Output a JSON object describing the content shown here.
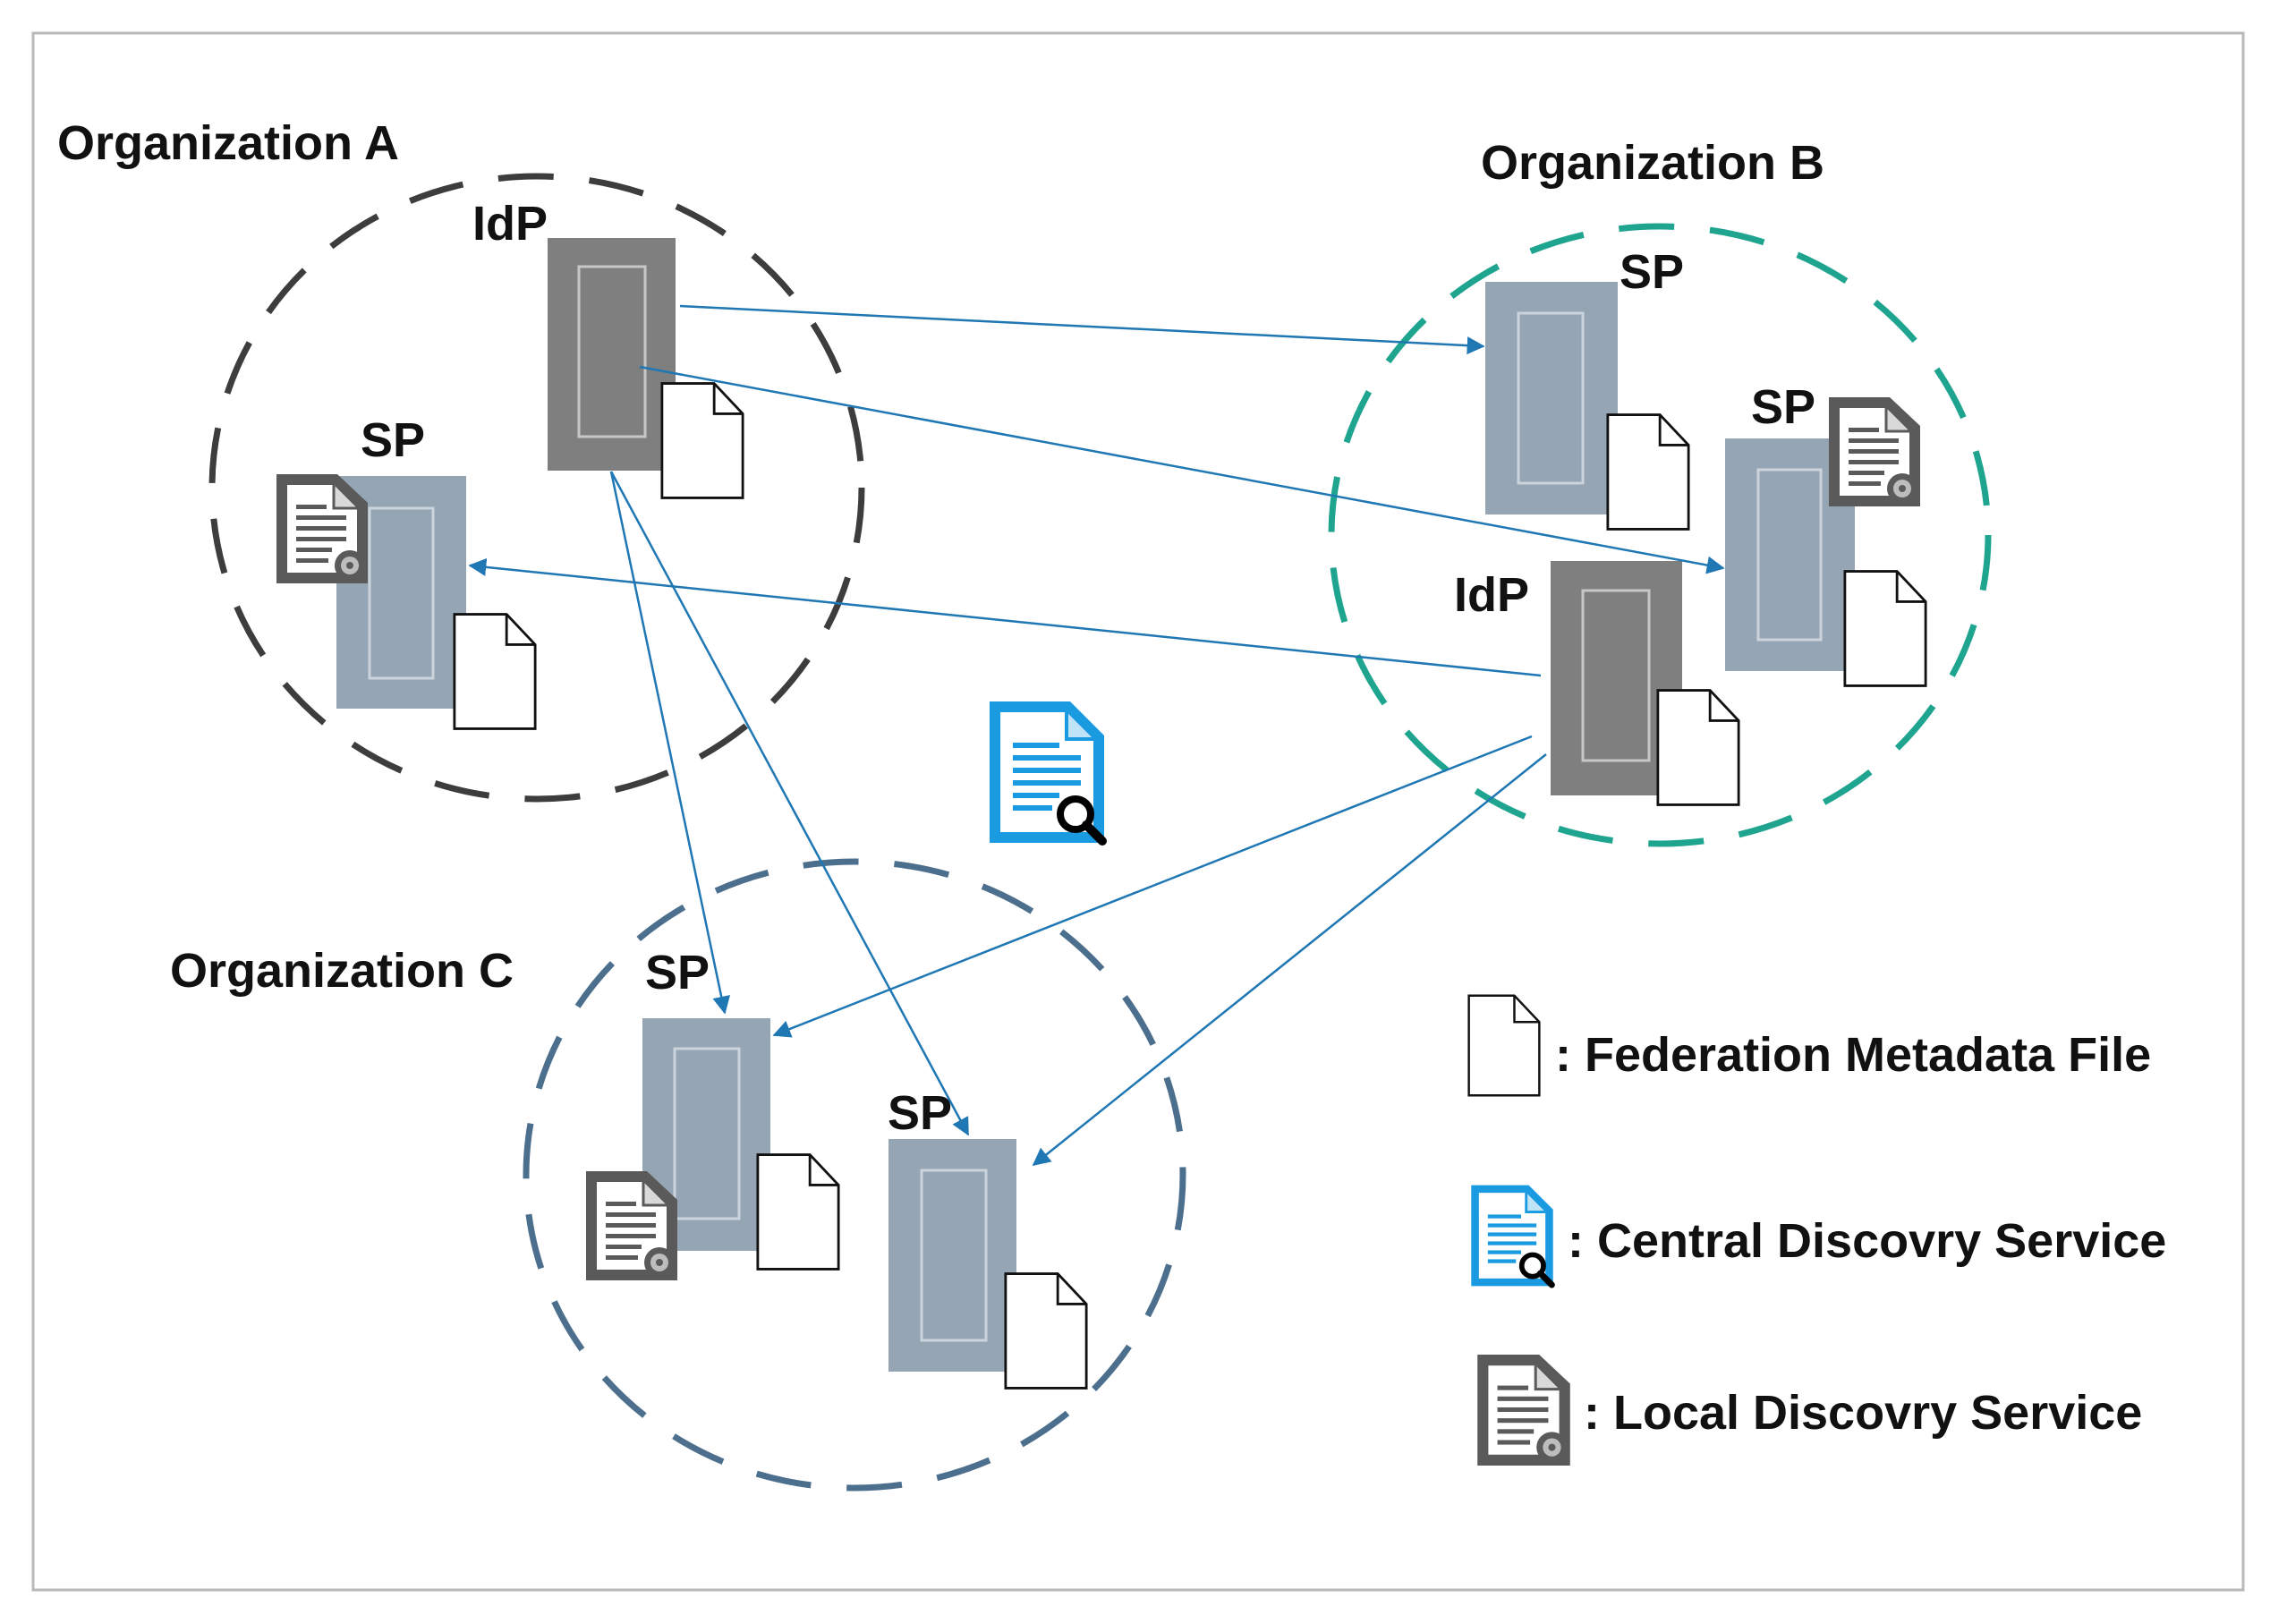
{
  "colors": {
    "frame": "#b9b9b9",
    "org_a_circle": "#3d3d3d",
    "org_b_circle": "#1fa58f",
    "org_c_circle": "#4d6f8e",
    "idp_server": "#7f7f7f",
    "sp_server": "#95a5b3",
    "arrow": "#1f77b4",
    "central_service": "#1a9ae0",
    "local_service": "#595959"
  },
  "organizations": {
    "a": {
      "label": "Organization A"
    },
    "b": {
      "label": "Organization B"
    },
    "c": {
      "label": "Organization C"
    }
  },
  "nodes": {
    "a_idp": "IdP",
    "a_sp": "SP",
    "b_sp1": "SP",
    "b_sp2": "SP",
    "b_idp": "IdP",
    "c_sp1": "SP",
    "c_sp2": "SP"
  },
  "legend": {
    "metadata_file": ": Federation Metadata File",
    "central_discovery": ": Central Discovry Service",
    "local_discovery": ": Local Discovry Service"
  },
  "icons": {
    "metadata_file": "document-icon",
    "central_discovery": "document-search-icon",
    "local_discovery": "document-gear-icon"
  }
}
